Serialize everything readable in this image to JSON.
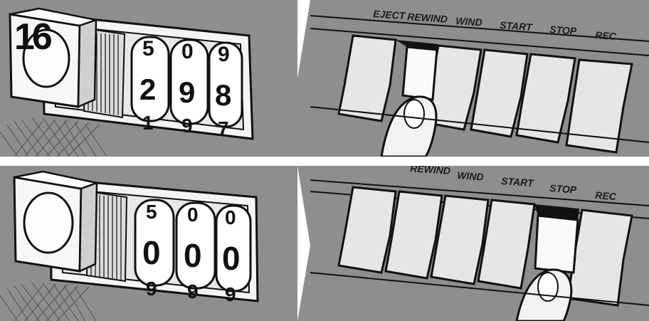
{
  "step": {
    "number": "16"
  },
  "counter_before": {
    "digits_top": [
      "5",
      "0",
      "9"
    ],
    "digits_middle": [
      "2",
      "9",
      "8"
    ],
    "digits_bottom": [
      "1",
      "9",
      "7"
    ]
  },
  "counter_after": {
    "digits_top": [
      "5",
      "0",
      "0"
    ],
    "digits_middle": [
      "0",
      "0",
      "0"
    ],
    "digits_bottom": [
      "9",
      "9",
      "9"
    ]
  },
  "deck_top": {
    "labels": [
      "EJECT",
      "REWIND",
      "WIND",
      "START",
      "STOP",
      "REC"
    ]
  },
  "deck_bottom": {
    "labels": [
      "REWIND",
      "WIND",
      "START",
      "STOP",
      "REC"
    ]
  },
  "colors": {
    "panel_gray": "#8e8e8e",
    "ink": "#111111",
    "paper": "#ffffff"
  }
}
